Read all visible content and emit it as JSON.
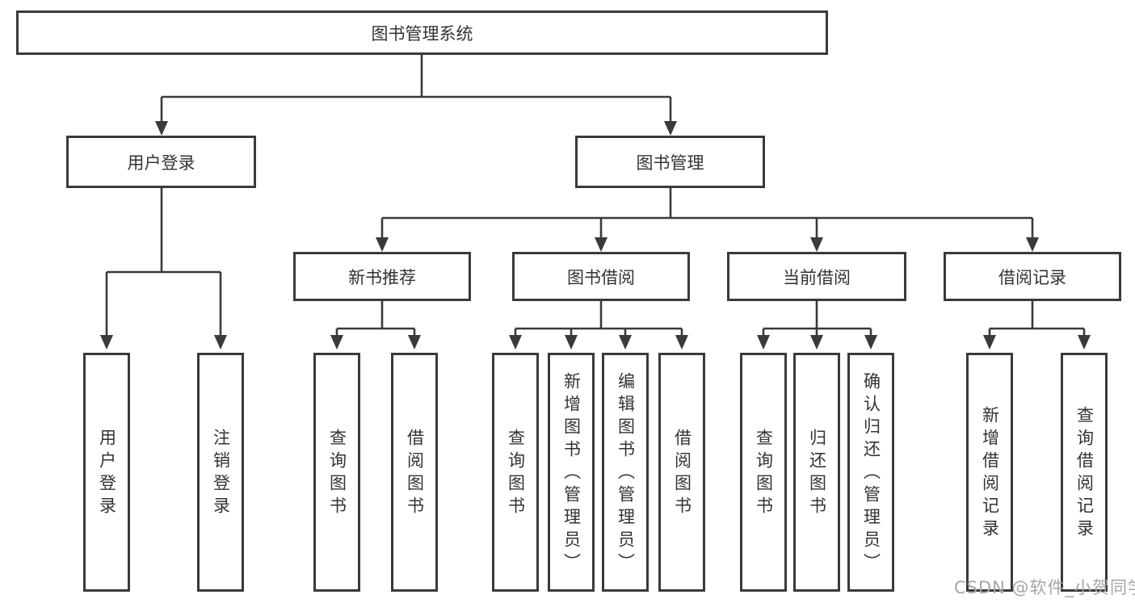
{
  "colors": {
    "line": "#3a3a3a",
    "border": "#3a3a3a",
    "text": "#333333",
    "watermark": "#a6a6a6",
    "background": "#ffffff"
  },
  "watermark": "CSDN @软件_小贺同学",
  "tree": {
    "root": {
      "label": "图书管理系统",
      "children": [
        {
          "label": "用户登录",
          "children": [
            {
              "label": "用户登录"
            },
            {
              "label": "注销登录"
            }
          ]
        },
        {
          "label": "图书管理",
          "children": [
            {
              "label": "新书推荐",
              "children": [
                {
                  "label": "查询图书"
                },
                {
                  "label": "借阅图书"
                }
              ]
            },
            {
              "label": "图书借阅",
              "children": [
                {
                  "label": "查询图书"
                },
                {
                  "label": "新增图书（管理员）"
                },
                {
                  "label": "编辑图书（管理员）"
                },
                {
                  "label": "借阅图书"
                }
              ]
            },
            {
              "label": "当前借阅",
              "children": [
                {
                  "label": "查询图书"
                },
                {
                  "label": "归还图书"
                },
                {
                  "label": "确认归还（管理员）"
                }
              ]
            },
            {
              "label": "借阅记录",
              "children": [
                {
                  "label": "新增借阅记录"
                },
                {
                  "label": "查询借阅记录"
                }
              ]
            }
          ]
        }
      ]
    }
  }
}
